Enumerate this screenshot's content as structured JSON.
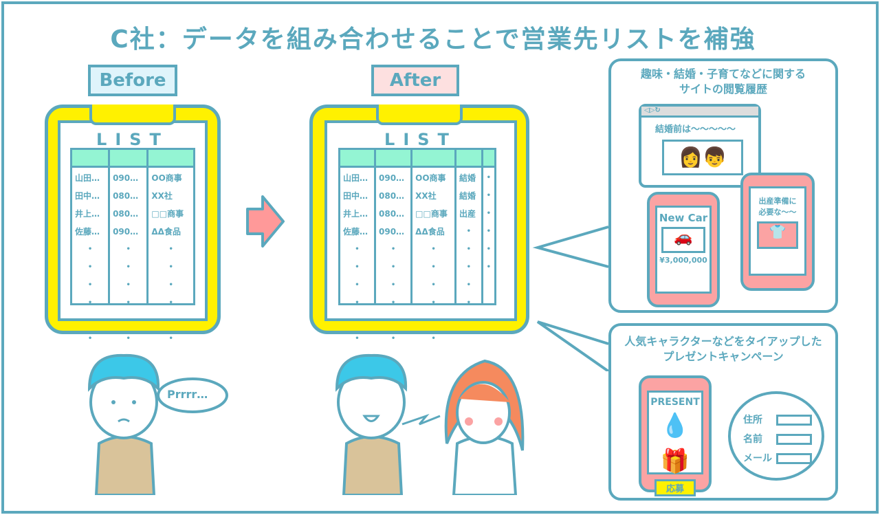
{
  "title": "C社：データを組み合わせることで営業先リストを補強",
  "before": {
    "label": "Before",
    "list_title": "LIST",
    "rows": [
      [
        "山田…",
        "090…",
        "OO商事"
      ],
      [
        "田中…",
        "080…",
        "XX社"
      ],
      [
        "井上…",
        "080…",
        "□□商事"
      ],
      [
        "佐藤…",
        "090…",
        "ΔΔ食品"
      ]
    ],
    "speech": "Prrrr…"
  },
  "after": {
    "label": "After",
    "list_title": "LIST",
    "rows": [
      [
        "山田…",
        "090…",
        "OO商事",
        "結婚"
      ],
      [
        "田中…",
        "080…",
        "XX社",
        "結婚"
      ],
      [
        "井上…",
        "080…",
        "□□商事",
        "出産"
      ],
      [
        "佐藤…",
        "090…",
        "ΔΔ食品",
        ""
      ]
    ]
  },
  "panel1": {
    "title_line1": "趣味・結婚・子育てなどに関する",
    "title_line2": "サイトの閲覧履歴",
    "browser_text": "結婚前は〜〜〜〜〜",
    "car_title": "New Car",
    "car_price": "¥3,000,000",
    "baby_text_line1": "出産準備に",
    "baby_text_line2": "必要な〜〜"
  },
  "panel2": {
    "title_line1": "人気キャラクターなどをタイアップした",
    "title_line2": "プレゼントキャンペーン",
    "present": "PRESENT",
    "apply": "応募",
    "fields": [
      "住所",
      "名前",
      "メール"
    ]
  },
  "colors": {
    "line": "#5ba8bd",
    "yellow": "#fff100",
    "mint": "#94f5d3",
    "pink": "#fba3a3",
    "hair": "#3cc8e8"
  }
}
